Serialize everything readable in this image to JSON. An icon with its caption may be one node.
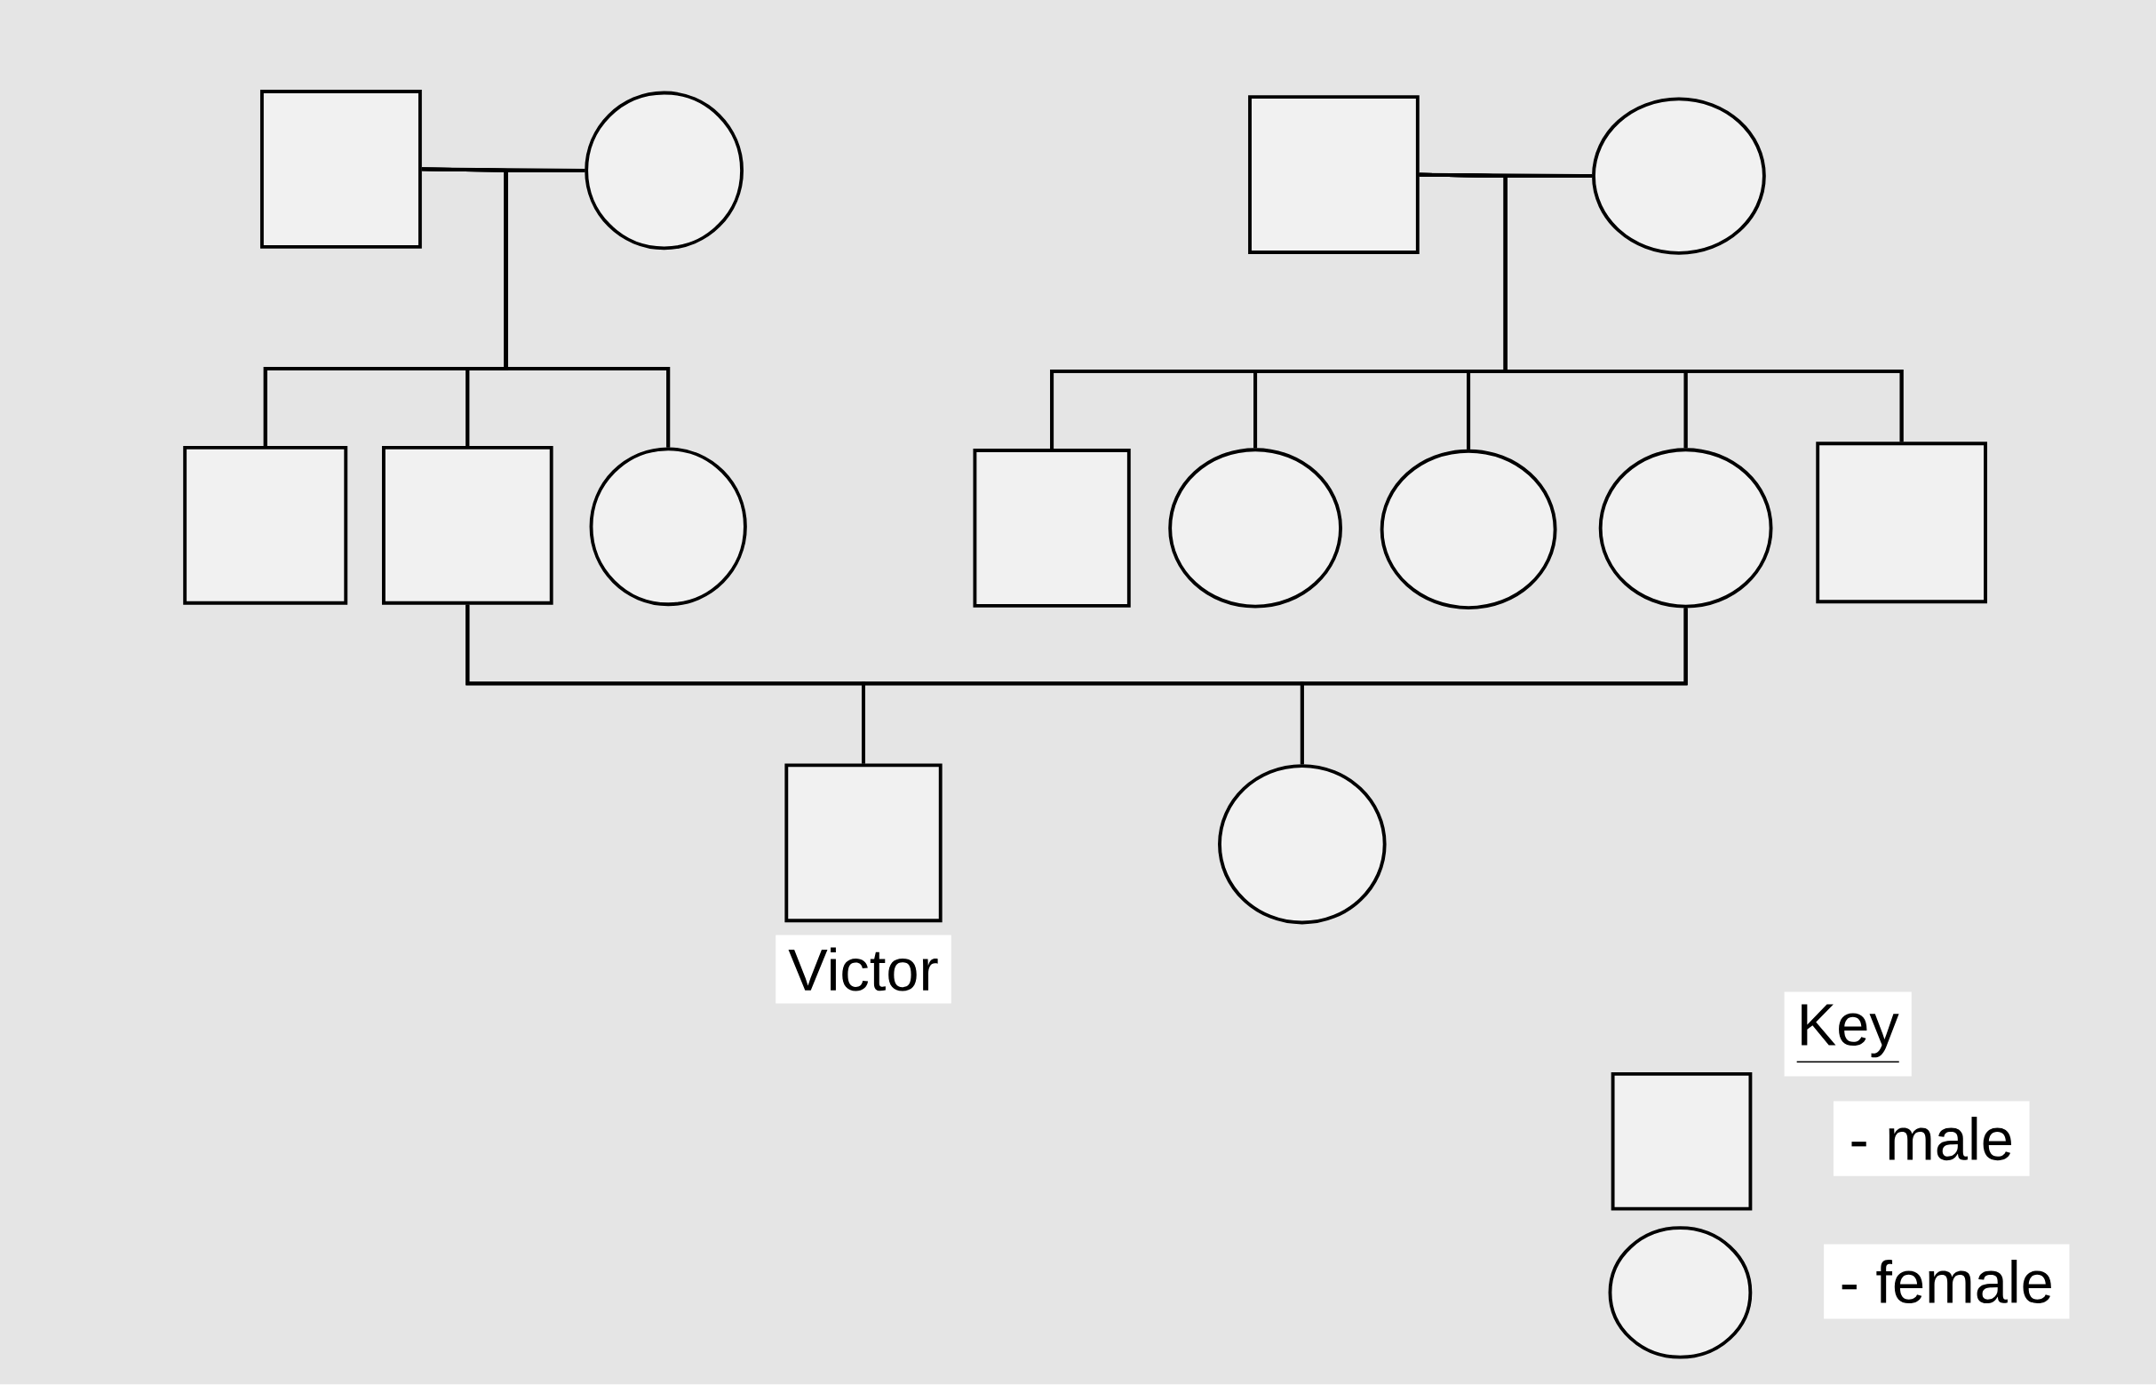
{
  "diagram": {
    "nodes": [
      {
        "text": [],
        "shape": "box"
      },
      {
        "text": [],
        "shape": "circle"
      },
      {
        "text": [],
        "shape": "box"
      },
      {
        "text": [],
        "shape": "circle"
      },
      {
        "text": [],
        "shape": "box"
      },
      {
        "text": [],
        "shape": "box"
      },
      {
        "text": [],
        "shape": "circle"
      },
      {
        "text": [],
        "shape": "box"
      },
      {
        "text": [],
        "shape": "circle"
      },
      {
        "text": [],
        "shape": "circle"
      },
      {
        "text": [],
        "shape": "circle"
      },
      {
        "text": [],
        "shape": "box"
      },
      {
        "text": [],
        "shape": "box",
        "beside": [
          "Victor"
        ]
      },
      {
        "text": [],
        "shape": "circle"
      }
    ],
    "edges": [
      {
        "from": 0,
        "to": 1,
        "arrow": "none"
      },
      {
        "from": 0,
        "to": 4,
        "arrow": "none"
      },
      {
        "from": 0,
        "to": 5,
        "arrow": "none"
      },
      {
        "from": 0,
        "to": 6,
        "arrow": "none"
      },
      {
        "from": 1,
        "to": 4,
        "arrow": "none"
      },
      {
        "from": 1,
        "to": 5,
        "arrow": "none"
      },
      {
        "from": 1,
        "to": 6,
        "arrow": "none"
      },
      {
        "from": 2,
        "to": 3,
        "arrow": "none"
      },
      {
        "from": 2,
        "to": 7,
        "arrow": "none"
      },
      {
        "from": 2,
        "to": 8,
        "arrow": "none"
      },
      {
        "from": 2,
        "to": 9,
        "arrow": "none"
      },
      {
        "from": 2,
        "to": 10,
        "arrow": "none"
      },
      {
        "from": 2,
        "to": 11,
        "arrow": "none"
      },
      {
        "from": 3,
        "to": 7,
        "arrow": "none"
      },
      {
        "from": 3,
        "to": 8,
        "arrow": "none"
      },
      {
        "from": 3,
        "to": 9,
        "arrow": "none"
      },
      {
        "from": 3,
        "to": 10,
        "arrow": "none"
      },
      {
        "from": 3,
        "to": 11,
        "arrow": "none"
      },
      {
        "from": 5,
        "to": 10,
        "arrow": "none"
      },
      {
        "from": 5,
        "to": 12,
        "arrow": "none"
      },
      {
        "from": 5,
        "to": 13,
        "arrow": "none"
      },
      {
        "from": 10,
        "to": 12,
        "arrow": "none"
      },
      {
        "from": 10,
        "to": 13,
        "arrow": "none"
      }
    ],
    "labels": [
      "Key"
    ],
    "legend": [
      {
        "text": "- male"
      },
      {
        "text": "- female"
      }
    ]
  }
}
